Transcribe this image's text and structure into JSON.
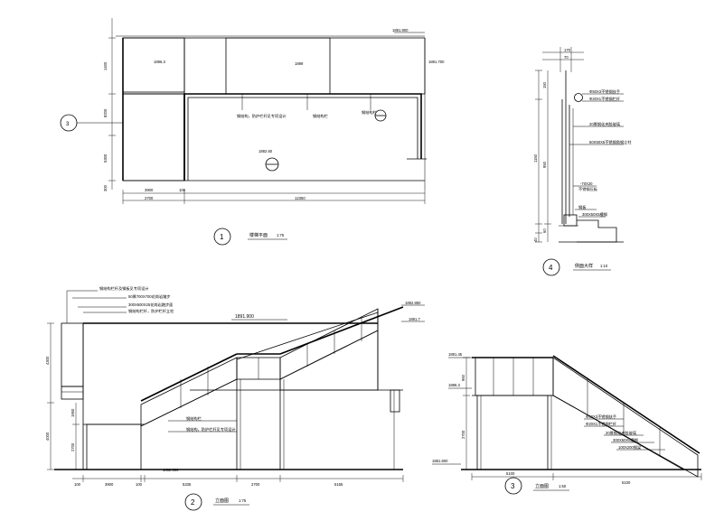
{
  "views": {
    "plan": {
      "number": "1",
      "title": "楼梯平面",
      "scale": "1:75",
      "elev_top": "1891.900",
      "elev_left": "1896.3",
      "elev_mid": "1899",
      "elev_right": "1891.700",
      "elev_floor": "1882.60",
      "dims_left": [
        "1400",
        "8200",
        "5300",
        "300"
      ],
      "dims_bottom": [
        "3900",
        "2700",
        "100",
        "12350"
      ],
      "notes": [
        "钢结构，防护栏杆见专项设计",
        "钢结构栏",
        "钢结构栏"
      ],
      "axis_label": "3"
    },
    "side": {
      "number": "4",
      "title": "侧面大样",
      "scale": "1:10",
      "dims_top": [
        "170",
        "70"
      ],
      "dims_left": [
        "150",
        "950",
        "1150",
        "60",
        "40"
      ],
      "notes": [
        "Φ50X3不锈钢扶手",
        "Φ20X1不锈钢栏杆",
        "20厚钢化夹胶玻璃",
        "50X50X5不锈钢角钢立柱",
        "-70X20",
        "不锈钢压板",
        "钢板",
        "300X50X5槽钢"
      ]
    },
    "front": {
      "number": "2",
      "title": "立面图",
      "scale": "1:75",
      "elev_top": "1891.900",
      "elev_right1": "1892.850",
      "elev_right2": "1891.7",
      "elev_bottom": "1882.600",
      "notes_top": [
        "钢结构栏杆及钢板见专项设计",
        "50厚700X700花岗岩踏步",
        "300X600X25花岗岩踏步面",
        "钢结构栏杆，防护栏杆立柱"
      ],
      "notes_mid": [
        "钢结构栏",
        "钢结构，防护栏杆见专项设计"
      ],
      "dims_left": [
        "4300",
        "1950",
        "4000",
        "2700"
      ],
      "dims_bottom": [
        "100",
        "3900",
        "100",
        "5335",
        "2700",
        "5165"
      ]
    },
    "section": {
      "number": "3",
      "title": "立面图",
      "scale": "1:50",
      "elev_top": "1891.45",
      "elev_mid": "1886.3",
      "elev_bottom": "1881.600",
      "dims_left": [
        "950",
        "2700"
      ],
      "dims_bottom": [
        "5100",
        "5100"
      ],
      "notes": [
        "Φ50X3不锈钢扶手",
        "Φ20X1不锈钢栏杆",
        "20厚钢化夹胶玻璃",
        "300X50X5槽钢",
        "100X200钢梁"
      ]
    }
  }
}
